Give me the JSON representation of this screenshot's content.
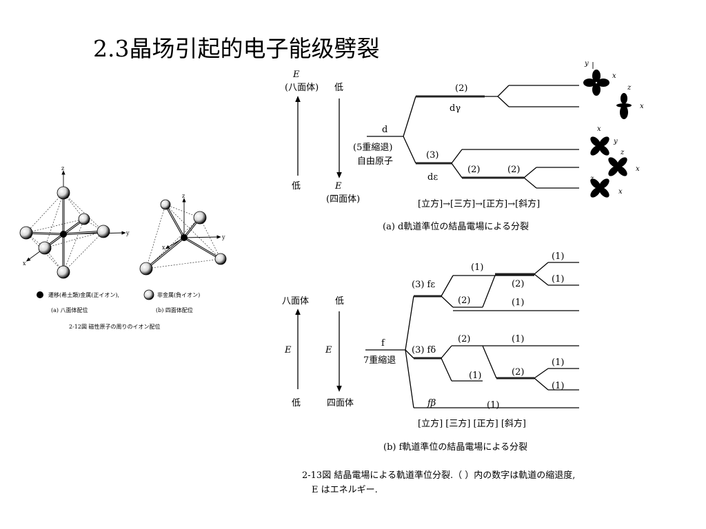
{
  "title": "2.3晶场引起的电子能级劈裂",
  "left_figure": {
    "axis_z": "z",
    "axis_y": "y",
    "axis_x": "x",
    "legend_metal": "遷移(希土類)金属(正イオン),",
    "legend_nonmetal": "非金属(負イオン)",
    "label_a": "(a) 八面体配位",
    "label_b": "(b) 四面体配位",
    "caption": "2-12図 磁性原子の周りのイオン配位"
  },
  "d_diagram": {
    "e_label": "E",
    "octa": "(八面体)",
    "low_top": "低",
    "low_bottom": "低",
    "e_label_bottom": "E",
    "tetra": "(四面体)",
    "d": "d",
    "degen": "(5重縮退)",
    "free_atom": "自由原子",
    "n2_top": "(2)",
    "dgamma": "dγ",
    "n3": "(3)",
    "depsilon": "dε",
    "n2_a": "(2)",
    "n2_b": "(2)",
    "symmetry": "[立方]→[三方]→[正方]→[斜方]",
    "caption": "(a) d軌道準位の結晶電場による分裂",
    "orb_labels": [
      "y",
      "x",
      "z",
      "x",
      "x",
      "y",
      "z",
      "x",
      "z",
      "x"
    ]
  },
  "f_diagram": {
    "octa": "八面体",
    "low_top": "低",
    "e_left": "E",
    "e_right": "E",
    "low_bottom": "低",
    "tetra": "四面体",
    "f": "f",
    "degen": "7重縮退",
    "n3_feps": "(3) fε",
    "n3_fdel": "(3) fδ",
    "fbeta": "fβ",
    "nums": [
      "(1)",
      "(1)",
      "(2)",
      "(1)",
      "(2)",
      "(1)",
      "(2)",
      "(1)",
      "(2)",
      "(1)",
      "(1)",
      "(1)",
      "(1)"
    ],
    "symmetry": "[立方]  [三方]  [正方]  [斜方]",
    "caption": "(b) f軌道準位の結晶電場による分裂"
  },
  "bottom_caption_1": "2-13図  結晶電場による軌道準位分裂.（ ）内の数字は軌道の縮退度,",
  "bottom_caption_2": "E はエネルギー."
}
